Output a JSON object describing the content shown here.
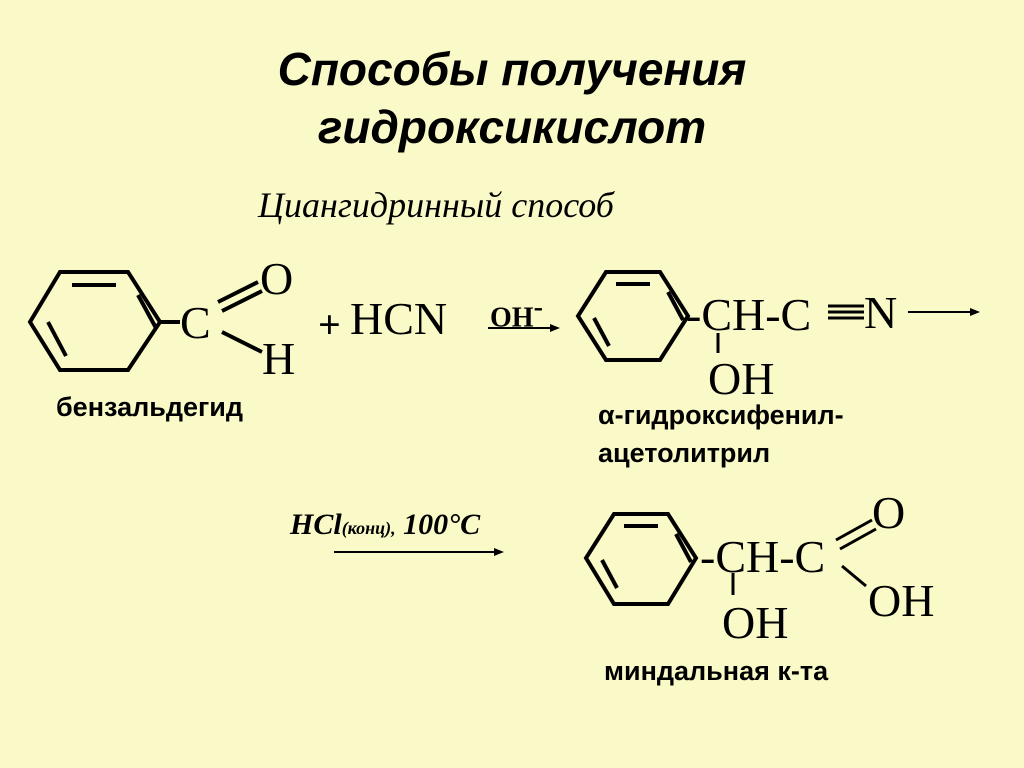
{
  "slide": {
    "title_line1": "Способы получения",
    "title_line2": "гидроксикислот",
    "subtitle": "Циангидринный способ"
  },
  "reaction1": {
    "reactant_C": "C",
    "reactant_O": "O",
    "reactant_H": "H",
    "plus": "+",
    "reagent": "HCN",
    "catalyst": "OH",
    "catalyst_charge": "-",
    "product_chain": "-CH-C",
    "product_N": "N",
    "product_OH": "OH",
    "reactant_name": "бензальдегид",
    "product_name_line1": "α-гидроксифенил-",
    "product_name_line2": "ацетолитрил"
  },
  "reaction2": {
    "condition_main": "HCl",
    "condition_sub": "(конц),",
    "condition_temp": " 100°C",
    "product_chain": "-CH-C",
    "product_O": "O",
    "product_acid_OH": "OH",
    "product_OH": "OH",
    "product_name": "миндальная к-та"
  }
}
